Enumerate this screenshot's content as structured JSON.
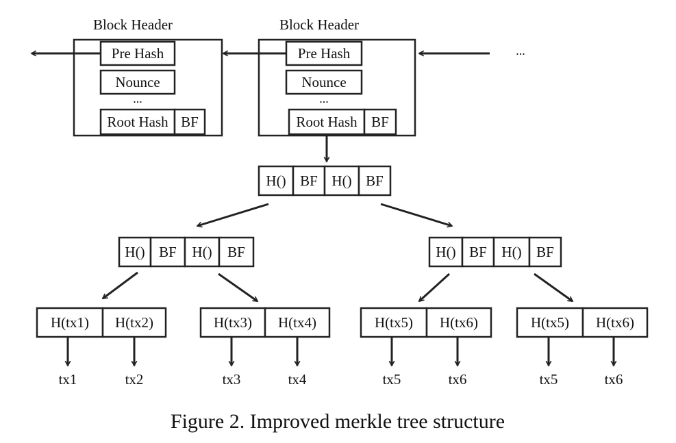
{
  "headers": [
    {
      "title": "Block Header",
      "pre_hash": "Pre Hash",
      "nounce": "Nounce",
      "ellipsis": "...",
      "root_hash": "Root Hash",
      "bf": "BF"
    },
    {
      "title": "Block Header",
      "pre_hash": "Pre Hash",
      "nounce": "Nounce",
      "ellipsis": "...",
      "root_hash": "Root Hash",
      "bf": "BF"
    }
  ],
  "incoming_ellipsis": "...",
  "root_node": [
    "H()",
    "BF",
    "H()",
    "BF"
  ],
  "level2": [
    [
      "H()",
      "BF",
      "H()",
      "BF"
    ],
    [
      "H()",
      "BF",
      "H()",
      "BF"
    ]
  ],
  "leaves": [
    [
      "H(tx1)",
      "H(tx2)"
    ],
    [
      "H(tx3)",
      "H(tx4)"
    ],
    [
      "H(tx5)",
      "H(tx6)"
    ],
    [
      "H(tx5)",
      "H(tx6)"
    ]
  ],
  "transactions": [
    "tx1",
    "tx2",
    "tx3",
    "tx4",
    "tx5",
    "tx6",
    "tx5",
    "tx6"
  ],
  "caption": "Figure 2. Improved merkle tree structure"
}
